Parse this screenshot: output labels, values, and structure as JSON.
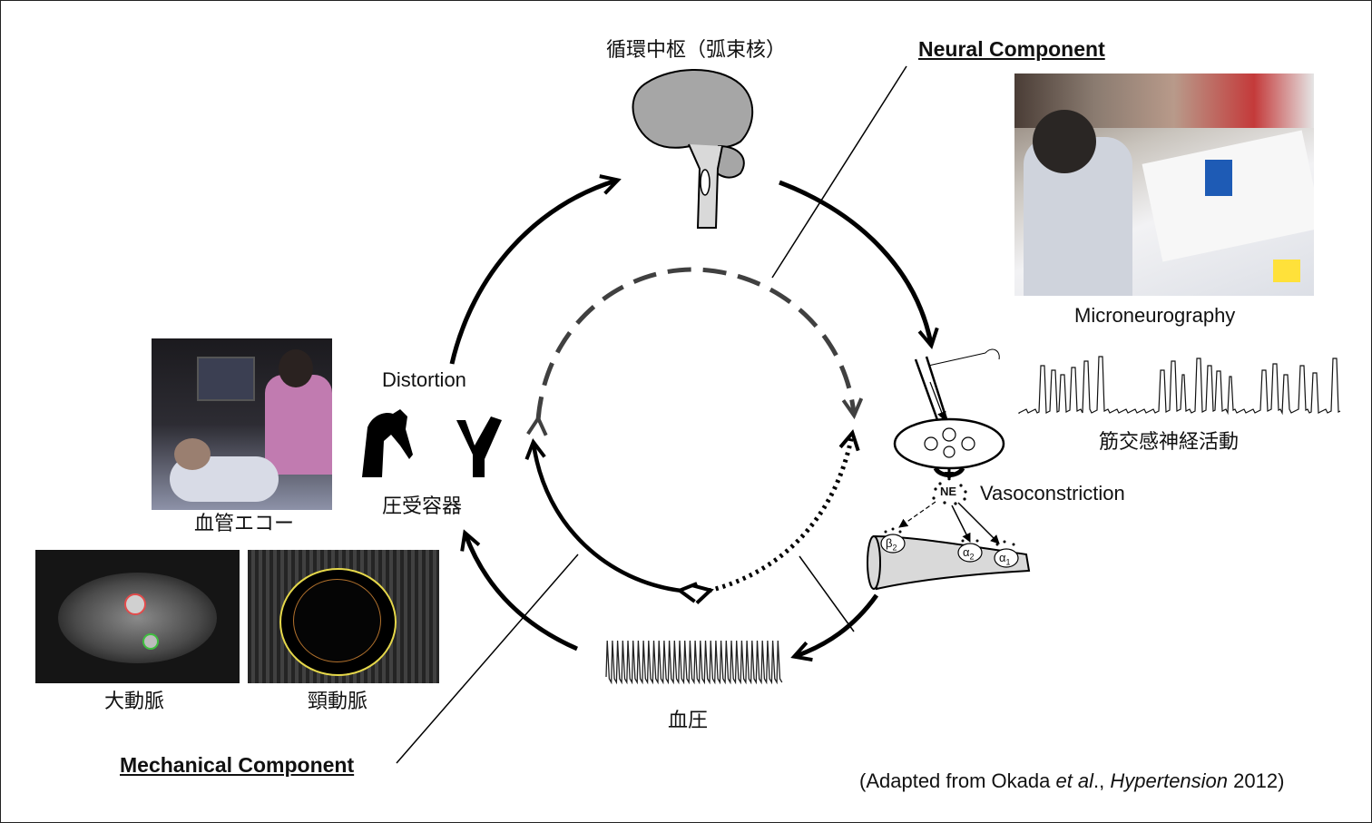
{
  "labels": {
    "brain_center": "循環中枢（弧束核）",
    "neural_component": "Neural Component",
    "microneurography": "Microneurography",
    "msna": "筋交感神経活動",
    "vasoconstriction": "Vasoconstriction",
    "distortion": "Distortion",
    "baroreceptor": "圧受容器",
    "vascular_echo": "血管エコー",
    "aorta": "大動脈",
    "carotid": "頸動脈",
    "blood_pressure": "血圧",
    "mechanical_component": "Mechanical Component",
    "ne": "NE",
    "beta2": "β",
    "alpha2": "α",
    "alpha1": "α",
    "sub2": "2",
    "sub1": "1"
  },
  "citation": {
    "prefix": "(Adapted from Okada ",
    "etal": "et al",
    "mid": "., ",
    "journal": "Hypertension",
    "year": " 2012)"
  },
  "colors": {
    "arrow": "#000000",
    "dashed_arrow": "#404040",
    "brain_fill": "#a6a6a6",
    "vessel_fill": "#d9d9d9",
    "carotid_contour": "#e6d84a",
    "aorta_circle": "#e34b4b",
    "aorta_circle2": "#3fbf3f"
  }
}
